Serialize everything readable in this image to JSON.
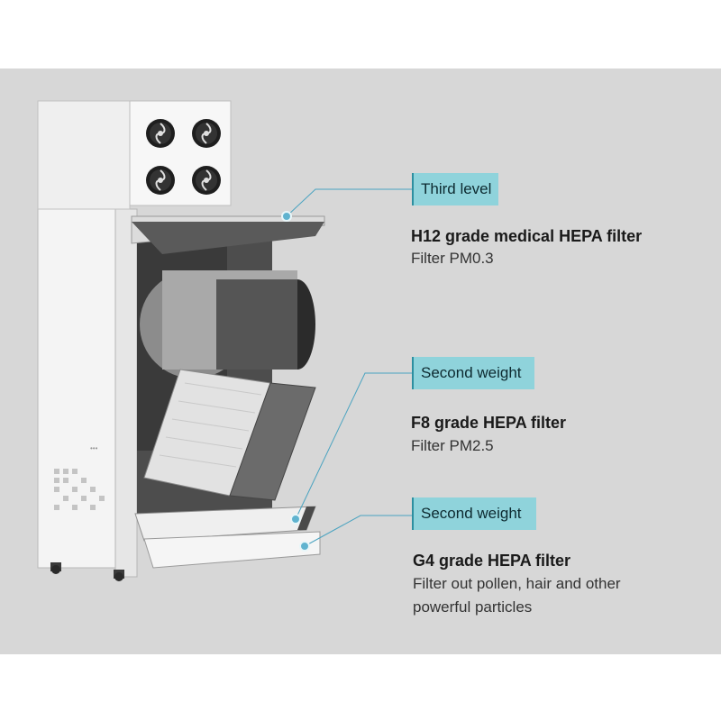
{
  "colors": {
    "background": "#d7d7d7",
    "label_fill": "#8fd3db",
    "label_border": "#2d8fa0",
    "leader_line": "#4aa3c0",
    "title_text": "#1a1a1a",
    "body_text": "#333333"
  },
  "filters": [
    {
      "label": "Third level",
      "title": "H12 grade medical HEPA filter",
      "desc_lines": [
        "Filter PM0.3"
      ]
    },
    {
      "label": "Second weight",
      "title": "F8 grade HEPA filter",
      "desc_lines": [
        "Filter PM2.5"
      ]
    },
    {
      "label": "Second weight",
      "title": "G4 grade HEPA filter",
      "desc_lines": [
        "Filter out pollen, hair and other",
        "powerful particles"
      ]
    }
  ],
  "product": {
    "panel_text": "•••",
    "icons": [
      "fan-icon",
      "fan-icon",
      "fan-icon",
      "fan-icon",
      "vent-grille-icon",
      "caster-wheel-icon"
    ]
  }
}
